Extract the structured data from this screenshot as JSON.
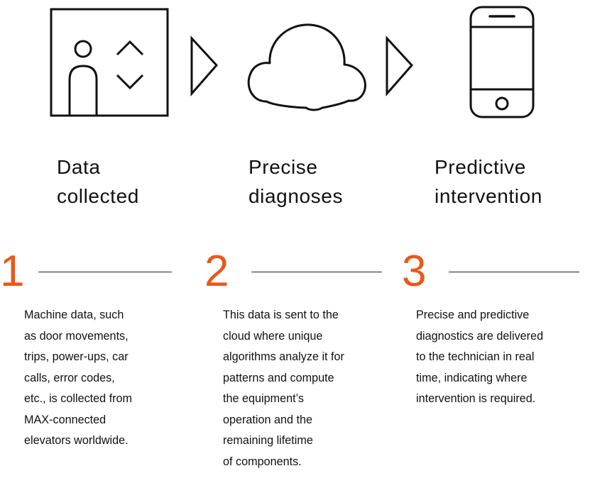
{
  "colors": {
    "accent": "#e8591a",
    "text": "#111111",
    "stroke": "#111111"
  },
  "icons": [
    "elevator-panel-icon",
    "arrow-right-icon",
    "cloud-icon",
    "arrow-right-icon",
    "smartphone-icon"
  ],
  "steps": [
    {
      "number": "1",
      "title": [
        "Data",
        "collected"
      ],
      "description": [
        "Machine data, such",
        "as door movements,",
        "trips, power-ups, car",
        "calls, error codes,",
        "etc., is collected from",
        "MAX-connected",
        "elevators worldwide."
      ]
    },
    {
      "number": "2",
      "title": [
        "Precise",
        "diagnoses"
      ],
      "description": [
        "This data is sent to the",
        "cloud where unique",
        "algorithms analyze it for",
        "patterns and compute",
        "the equipment’s",
        "operation and the",
        "remaining lifetime",
        "of components."
      ]
    },
    {
      "number": "3",
      "title": [
        "Predictive",
        "intervention"
      ],
      "description": [
        "Precise and predictive",
        "diagnostics are delivered",
        "to the technician in real",
        "time, indicating where",
        "intervention is required."
      ]
    }
  ]
}
